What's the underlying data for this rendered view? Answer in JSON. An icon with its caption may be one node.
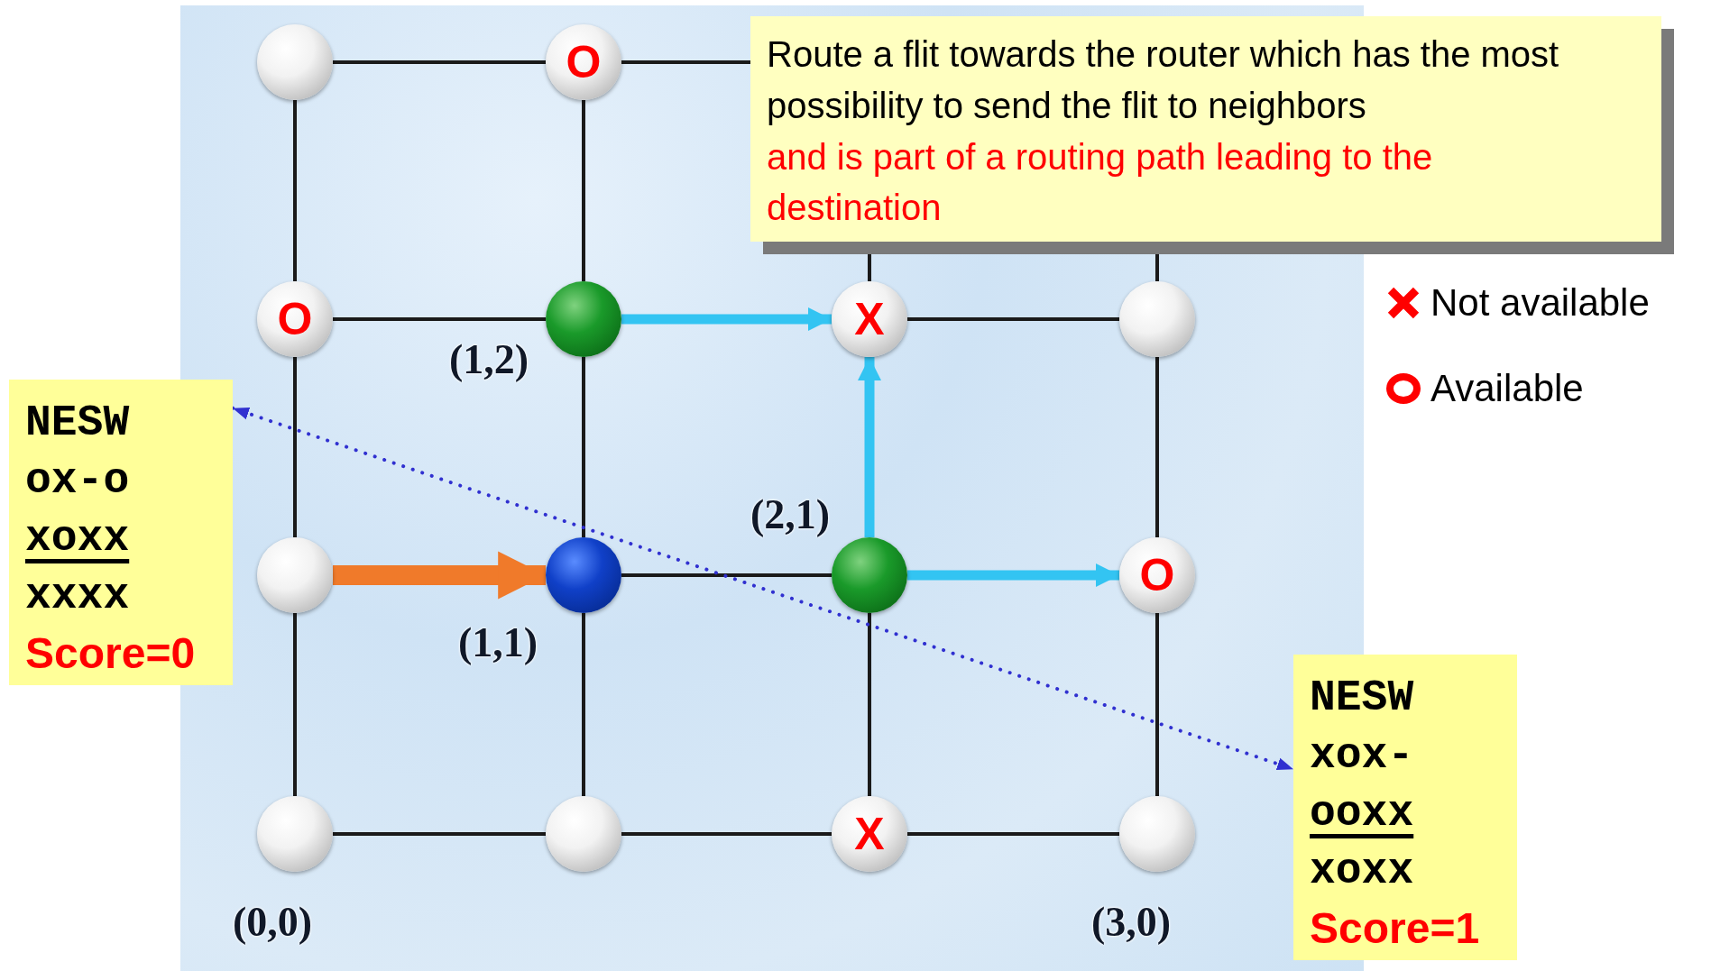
{
  "diagram": {
    "nodes": [
      {
        "text": [],
        "shape": "circle"
      },
      {
        "text": [
          "O"
        ]
      },
      {
        "text": [
          "Route a flit towards the router which has the most possibility to send the flit to neighbors",
          "and is part of a routing path leading to the destination"
        ]
      },
      {
        "text": [
          "O"
        ]
      },
      {
        "text": [],
        "shape": "circle",
        "beside": [
          "(1,2)"
        ]
      },
      {
        "text": [
          "X"
        ]
      },
      {
        "text": [],
        "shape": "circle"
      },
      {
        "text": [
          "NESW",
          "ox-o",
          "xoxx",
          "xxxx",
          "Score=0"
        ]
      },
      {
        "text": [],
        "shape": "circle"
      },
      {
        "text": [],
        "shape": "circle",
        "beside": [
          "(1,1)"
        ]
      },
      {
        "text": [],
        "shape": "circle",
        "beside": [
          "(2,1)"
        ]
      },
      {
        "text": [
          "O"
        ]
      },
      {
        "text": [
          "NESW",
          "xox-",
          "ooxx",
          "xoxx",
          "Score=1"
        ]
      },
      {
        "text": [],
        "shape": "circle",
        "beside": [
          "(0,0)"
        ]
      },
      {
        "text": [],
        "shape": "circle"
      },
      {
        "text": [
          "X"
        ]
      },
      {
        "text": [],
        "shape": "circle",
        "beside": [
          "(3,0)"
        ]
      }
    ],
    "edges": [
      {
        "from": 0,
        "to": 1,
        "arrow": "none"
      },
      {
        "from": 1,
        "to": 2,
        "arrow": "none"
      },
      {
        "from": 0,
        "to": 3,
        "arrow": "none"
      },
      {
        "from": 1,
        "to": 4,
        "arrow": "none"
      },
      {
        "from": 3,
        "to": 4,
        "arrow": "none"
      },
      {
        "from": 4,
        "to": 5,
        "arrow": "to",
        "style": "thick",
        "color": "#33c4f2"
      },
      {
        "from": 5,
        "to": 6,
        "arrow": "none"
      },
      {
        "from": 5,
        "to": 2,
        "arrow": "none"
      },
      {
        "from": 6,
        "to": 2,
        "arrow": "none"
      },
      {
        "from": 3,
        "to": 8,
        "arrow": "none"
      },
      {
        "from": 4,
        "to": 9,
        "arrow": "none"
      },
      {
        "from": 10,
        "to": 5,
        "arrow": "to",
        "style": "thick",
        "color": "#33c4f2"
      },
      {
        "from": 6,
        "to": 11,
        "arrow": "none"
      },
      {
        "from": 8,
        "to": 9,
        "arrow": "to",
        "style": "thick",
        "color": "#f07a2a"
      },
      {
        "from": 9,
        "to": 10,
        "arrow": "none"
      },
      {
        "from": 10,
        "to": 11,
        "arrow": "to",
        "style": "thick",
        "color": "#33c4f2"
      },
      {
        "from": 8,
        "to": 13,
        "arrow": "none"
      },
      {
        "from": 9,
        "to": 14,
        "arrow": "none"
      },
      {
        "from": 10,
        "to": 15,
        "arrow": "none"
      },
      {
        "from": 11,
        "to": 16,
        "arrow": "none"
      },
      {
        "from": 13,
        "to": 14,
        "arrow": "none"
      },
      {
        "from": 14,
        "to": 15,
        "arrow": "none"
      },
      {
        "from": 15,
        "to": 16,
        "arrow": "none"
      },
      {
        "from": 7,
        "to": 12,
        "arrow": "both",
        "style": "dashed",
        "color": "#3030d0"
      }
    ],
    "legend": [
      {
        "text": "Not available"
      },
      {
        "text": "Available"
      }
    ]
  }
}
